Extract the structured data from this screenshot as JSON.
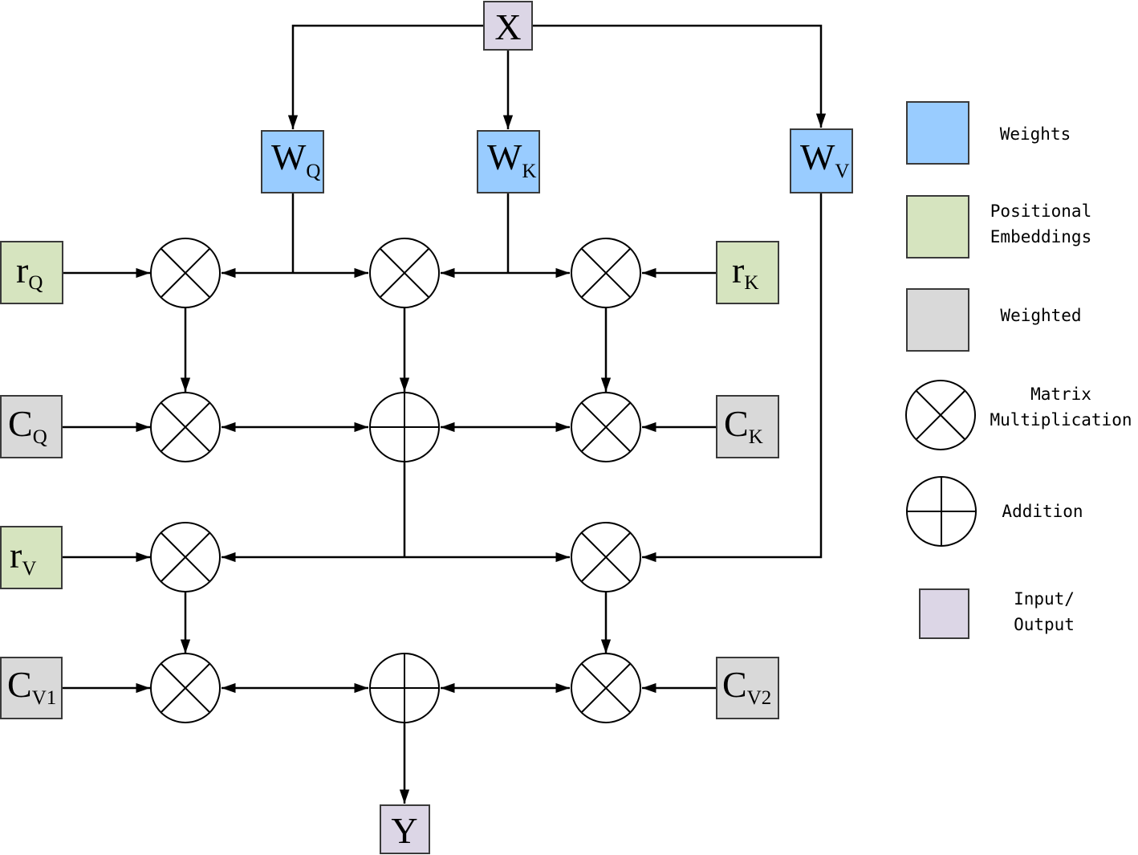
{
  "colors": {
    "weights": "#99ccff",
    "positional": "#d6e4bf",
    "weighted": "#d9d9d9",
    "io": "#dcd6e6"
  },
  "nodes": {
    "x": {
      "main": "X",
      "sub": ""
    },
    "wq": {
      "main": "W",
      "sub": "Q"
    },
    "wk": {
      "main": "W",
      "sub": "K"
    },
    "wv": {
      "main": "W",
      "sub": "V"
    },
    "rq": {
      "main": "r",
      "sub": "Q"
    },
    "rk": {
      "main": "r",
      "sub": "K"
    },
    "rv": {
      "main": "r",
      "sub": "V"
    },
    "cq": {
      "main": "C",
      "sub": "Q"
    },
    "ck": {
      "main": "C",
      "sub": "K"
    },
    "cv1": {
      "main": "C",
      "sub": "V1"
    },
    "cv2": {
      "main": "C",
      "sub": "V2"
    },
    "y": {
      "main": "Y",
      "sub": ""
    }
  },
  "legend": {
    "weights": "Weights",
    "positional_1": "Positional",
    "positional_2": "Embeddings",
    "weighted": "Weighted",
    "matrix_1": "Matrix",
    "matrix_2": "Multiplication",
    "addition": "Addition",
    "io_1": "Input/",
    "io_2": "Output"
  }
}
